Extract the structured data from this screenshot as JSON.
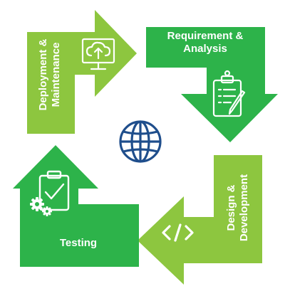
{
  "colors": {
    "light_green": "#8dc63f",
    "green": "#2db34a",
    "dark_green": "#1f9e3f",
    "globe_blue": "#1f4e8c",
    "white": "#ffffff"
  },
  "stages": {
    "deployment": {
      "line1": "Deployment &",
      "line2": "Maintenance",
      "icon": "cloud-upload-monitor-icon"
    },
    "requirement": {
      "line1": "Requirement &",
      "line2": "Analysis",
      "icon": "clipboard-checklist-icon"
    },
    "design": {
      "line1": "Design &",
      "line2": "Development",
      "icon": "code-brackets-icon"
    },
    "testing": {
      "line1": "Testing",
      "icon": "clipboard-check-gears-icon"
    }
  },
  "center": {
    "icon": "globe-icon"
  }
}
